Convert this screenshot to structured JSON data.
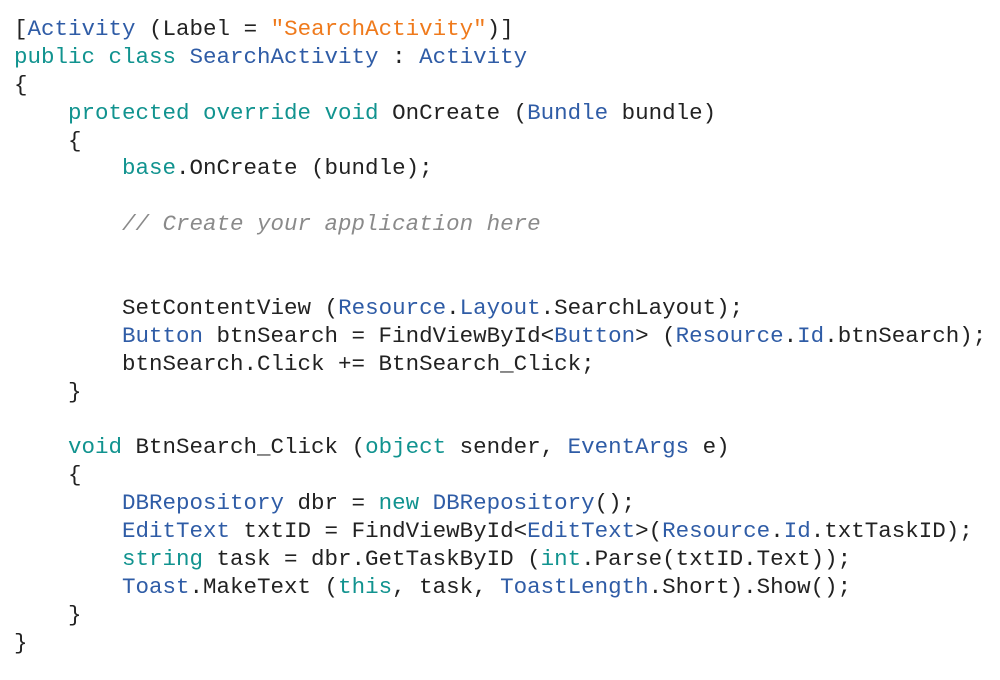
{
  "colors": {
    "keyword": "#11938f",
    "type": "#2f5ca6",
    "string": "#ef7a1c",
    "comment": "#8a8a8a",
    "plain": "#222222"
  },
  "code_lines": [
    [
      [
        "p",
        "["
      ],
      [
        "t",
        "Activity"
      ],
      [
        "p",
        " (Label = "
      ],
      [
        "s",
        "\"SearchActivity\""
      ],
      [
        "p",
        ")]"
      ]
    ],
    [
      [
        "k",
        "public class "
      ],
      [
        "t",
        "SearchActivity"
      ],
      [
        "p",
        " : "
      ],
      [
        "t",
        "Activity"
      ]
    ],
    [
      [
        "p",
        "{"
      ]
    ],
    [
      [
        "k",
        "    protected override void "
      ],
      [
        "p",
        "OnCreate ("
      ],
      [
        "t",
        "Bundle"
      ],
      [
        "p",
        " bundle)"
      ]
    ],
    [
      [
        "p",
        "    {"
      ]
    ],
    [
      [
        "k",
        "        base"
      ],
      [
        "p",
        ".OnCreate (bundle);"
      ]
    ],
    [],
    [
      [
        "c",
        "        // Create your application here"
      ]
    ],
    [],
    [],
    [
      [
        "p",
        "        SetContentView ("
      ],
      [
        "t",
        "Resource"
      ],
      [
        "p",
        "."
      ],
      [
        "t",
        "Layout"
      ],
      [
        "p",
        ".SearchLayout);"
      ]
    ],
    [
      [
        "t",
        "        Button"
      ],
      [
        "p",
        " btnSearch = FindViewById<"
      ],
      [
        "t",
        "Button"
      ],
      [
        "p",
        "> ("
      ],
      [
        "t",
        "Resource"
      ],
      [
        "p",
        "."
      ],
      [
        "t",
        "Id"
      ],
      [
        "p",
        ".btnSearch);"
      ]
    ],
    [
      [
        "p",
        "        btnSearch.Click += BtnSearch_Click;"
      ]
    ],
    [
      [
        "p",
        "    }"
      ]
    ],
    [],
    [
      [
        "k",
        "    void "
      ],
      [
        "p",
        "BtnSearch_Click ("
      ],
      [
        "k",
        "object"
      ],
      [
        "p",
        " sender, "
      ],
      [
        "t",
        "EventArgs"
      ],
      [
        "p",
        " e)"
      ]
    ],
    [
      [
        "p",
        "    {"
      ]
    ],
    [
      [
        "t",
        "        DBRepository"
      ],
      [
        "p",
        " dbr = "
      ],
      [
        "k",
        "new "
      ],
      [
        "t",
        "DBRepository"
      ],
      [
        "p",
        "();"
      ]
    ],
    [
      [
        "t",
        "        EditText"
      ],
      [
        "p",
        " txtID = FindViewById<"
      ],
      [
        "t",
        "EditText"
      ],
      [
        "p",
        ">("
      ],
      [
        "t",
        "Resource"
      ],
      [
        "p",
        "."
      ],
      [
        "t",
        "Id"
      ],
      [
        "p",
        ".txtTaskID);"
      ]
    ],
    [
      [
        "k",
        "        string"
      ],
      [
        "p",
        " task = dbr.GetTaskByID ("
      ],
      [
        "k",
        "int"
      ],
      [
        "p",
        ".Parse(txtID.Text));"
      ]
    ],
    [
      [
        "t",
        "        Toast"
      ],
      [
        "p",
        ".MakeText ("
      ],
      [
        "k",
        "this"
      ],
      [
        "p",
        ", task, "
      ],
      [
        "t",
        "ToastLength"
      ],
      [
        "p",
        ".Short).Show();"
      ]
    ],
    [
      [
        "p",
        "    }"
      ]
    ],
    [
      [
        "p",
        "}"
      ]
    ]
  ]
}
